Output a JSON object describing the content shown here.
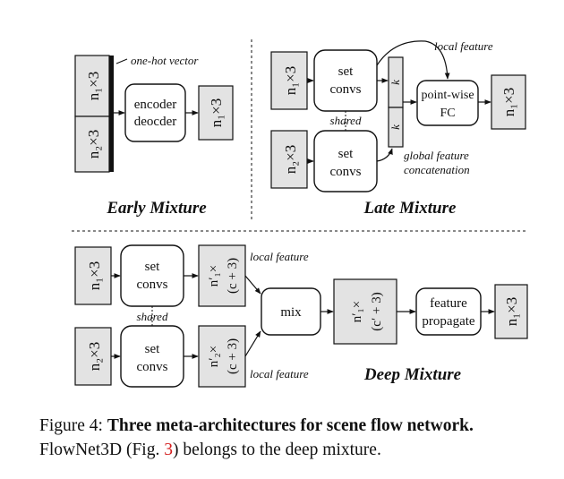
{
  "colors": {
    "shaded": "#e3e3e3",
    "ref_link": "#d42020"
  },
  "early": {
    "title": "Early Mixture",
    "input1": "n₁×3",
    "input2": "n₂×3",
    "annotation": "one-hot vector",
    "encoder": [
      "encoder",
      "deocder"
    ],
    "output": "n₁×3"
  },
  "late": {
    "title": "Late Mixture",
    "input1": "n₁×3",
    "input2": "n₂×3",
    "setconv": [
      "set",
      "convs"
    ],
    "shared": "shared",
    "k": "k",
    "fc": [
      "point-wise",
      "FC"
    ],
    "output": "n₁×3",
    "local_feature": "local feature",
    "global_feature": [
      "global feature",
      "concatenation"
    ]
  },
  "deep": {
    "title": "Deep Mixture",
    "input1": "n₁×3",
    "input2": "n₂×3",
    "setconv": [
      "set",
      "convs"
    ],
    "shared": "shared",
    "feat1": [
      "n′₁×",
      "(c + 3)"
    ],
    "feat2": [
      "n′₂×",
      "(c + 3)"
    ],
    "local_feature": "local feature",
    "mix": "mix",
    "mixed": [
      "n′₁×",
      "(c′ + 3)"
    ],
    "propagate": [
      "feature",
      "propagate"
    ],
    "output": "n₁×3"
  },
  "caption": {
    "figure_label": "Figure 4:",
    "bold_text": "Three meta-architectures for scene flow network.",
    "text_before_ref": "FlowNet3D (Fig.",
    "ref": "3",
    "text_after_ref": ") belongs to the deep mixture."
  }
}
